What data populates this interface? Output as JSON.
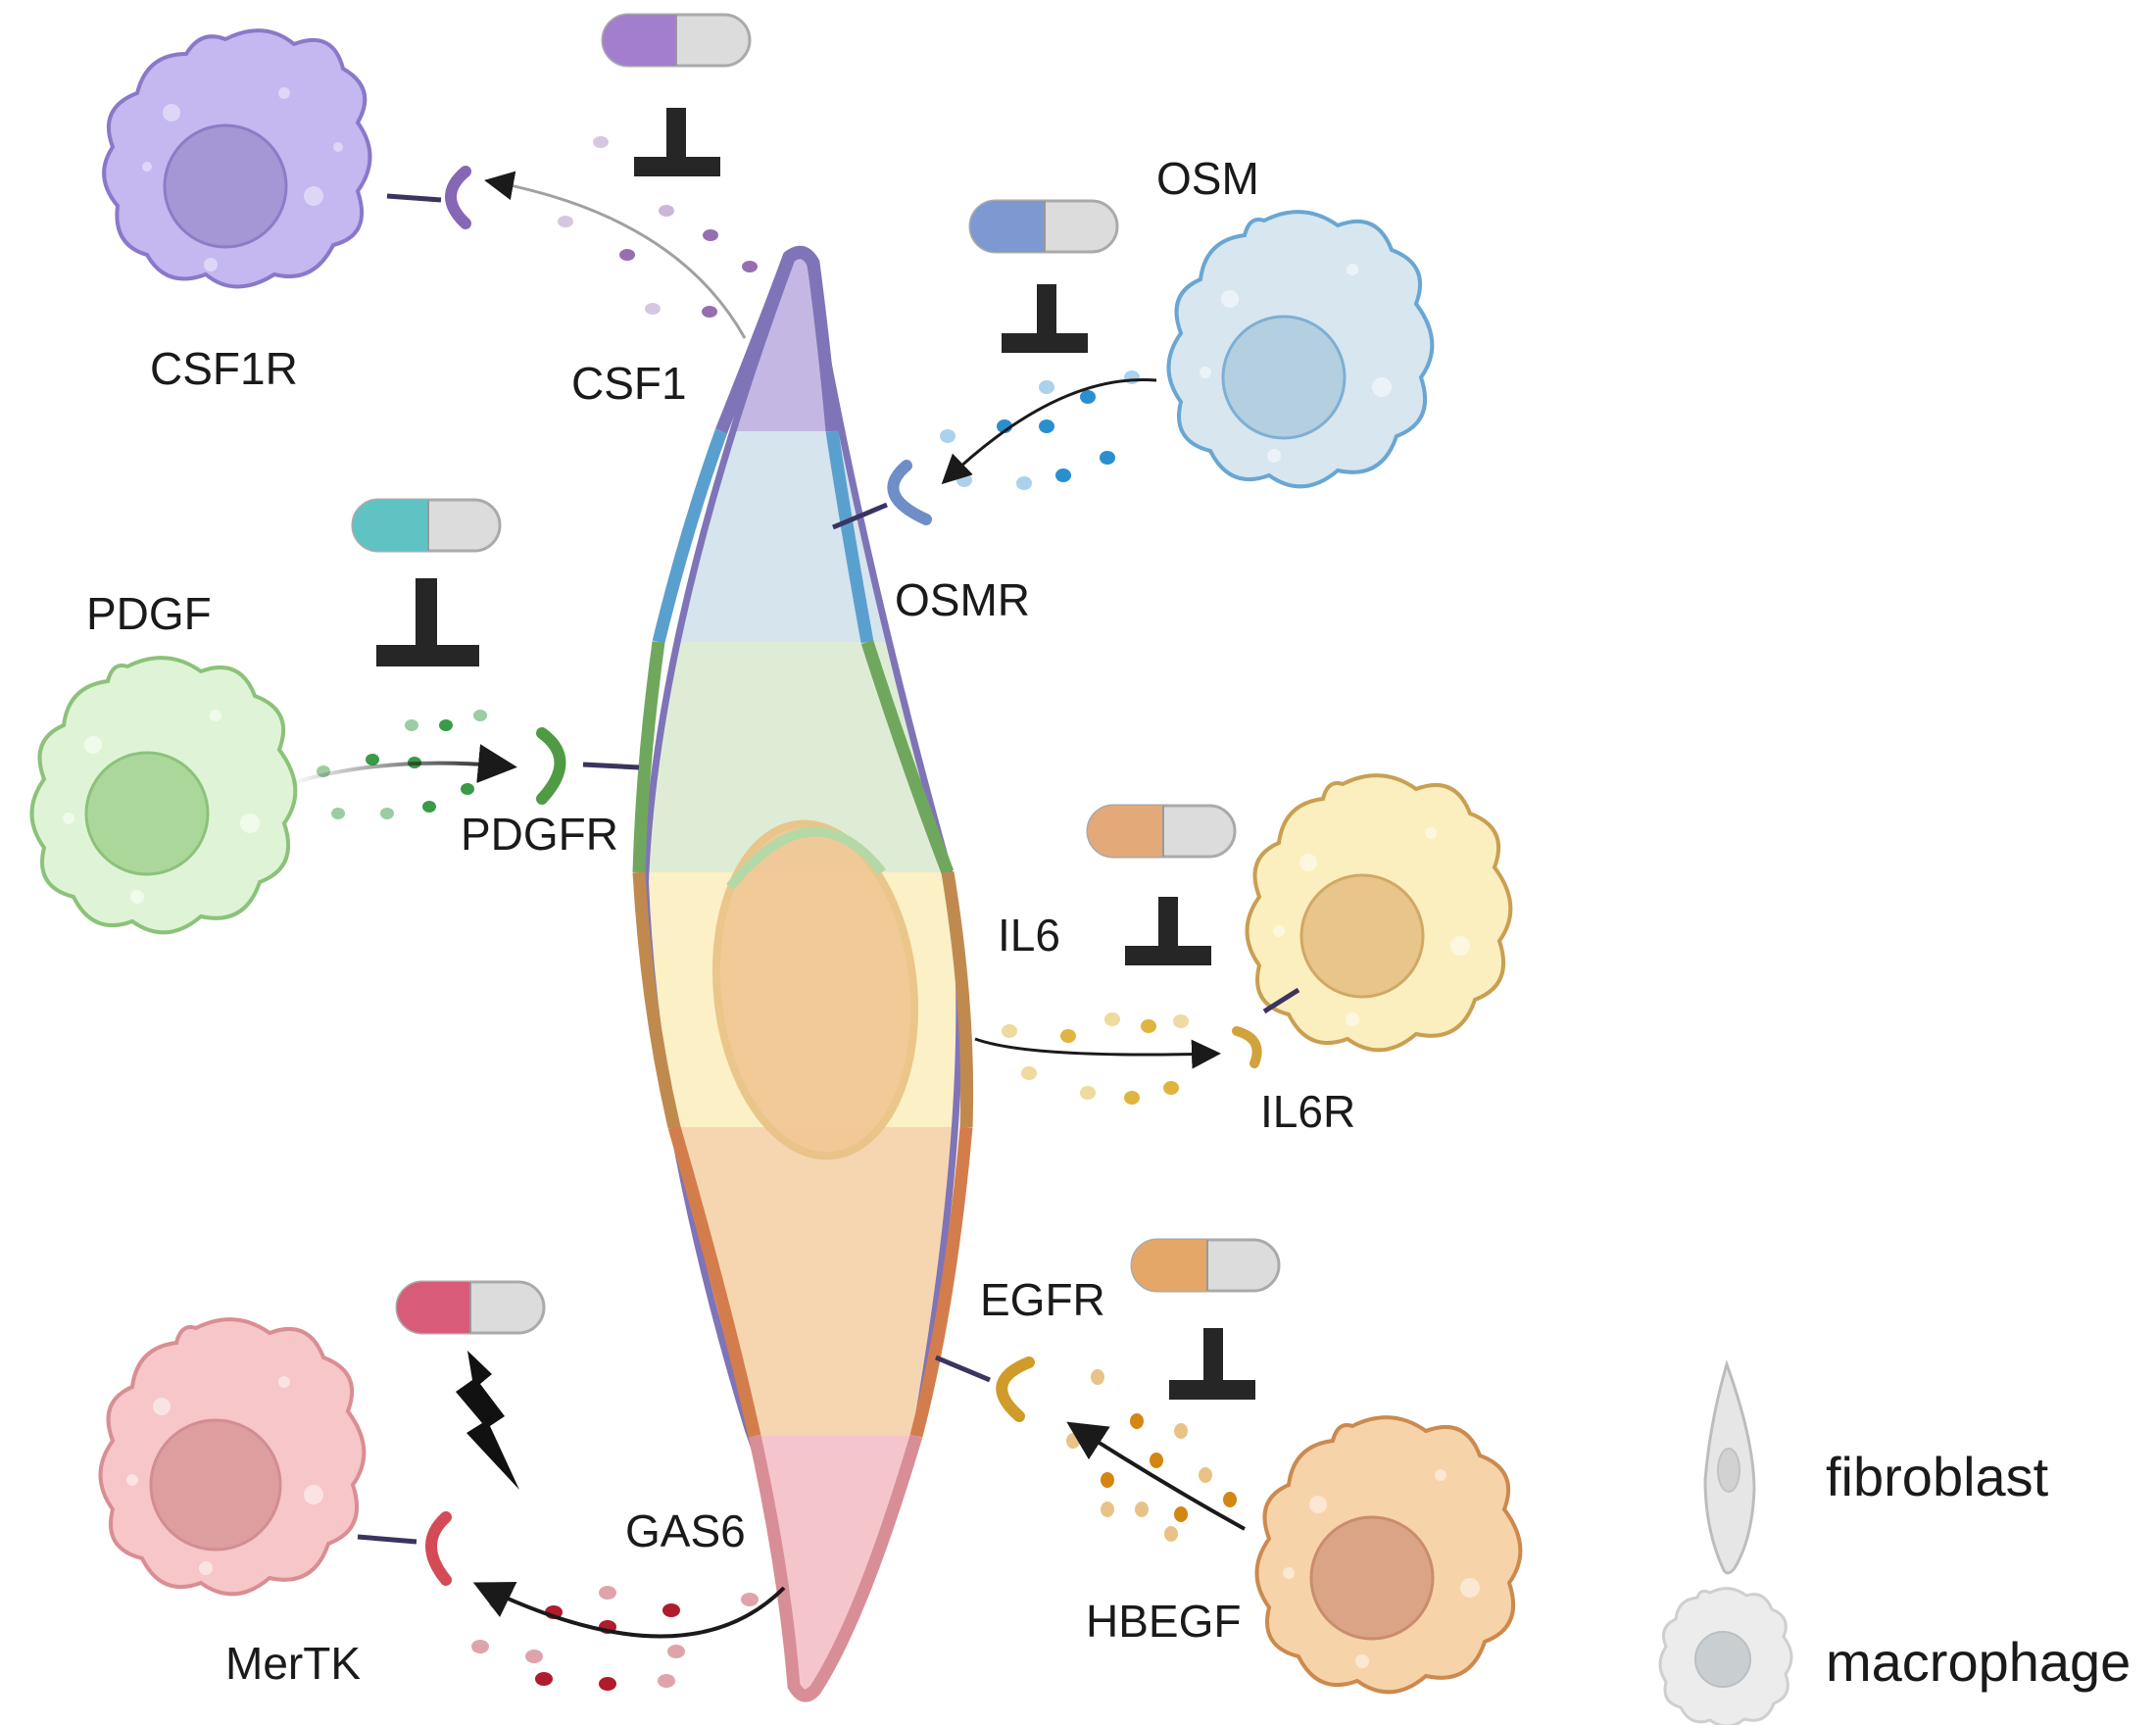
{
  "labels": {
    "csf1r": "CSF1R",
    "csf1": "CSF1",
    "osm": "OSM",
    "osmr": "OSMR",
    "pdgf": "PDGF",
    "pdgfr": "PDGFR",
    "il6": "IL6",
    "il6r": "IL6R",
    "egfr": "EGFR",
    "hbegf": "HBEGF",
    "gas6": "GAS6",
    "mertk": "MerTK"
  },
  "legend": {
    "fibroblast": "fibroblast",
    "macrophage": "macrophage"
  },
  "pairs": [
    {
      "ligand": "CSF1",
      "receptor": "CSF1R",
      "drug_effect": "inhibit",
      "color": "#a894dc"
    },
    {
      "ligand": "OSM",
      "receptor": "OSMR",
      "drug_effect": "inhibit",
      "color": "#7e9fd6"
    },
    {
      "ligand": "PDGF",
      "receptor": "PDGFR",
      "drug_effect": "inhibit",
      "color": "#63c4c4"
    },
    {
      "ligand": "IL6",
      "receptor": "IL6R",
      "drug_effect": "inhibit",
      "color": "#e4a979"
    },
    {
      "ligand": "HBEGF",
      "receptor": "EGFR",
      "drug_effect": "inhibit",
      "color": "#e5a768"
    },
    {
      "ligand": "GAS6",
      "receptor": "MerTK",
      "drug_effect": "activate",
      "color": "#d85c7a"
    }
  ],
  "icons": [
    "macrophage-icon",
    "fibroblast-icon",
    "capsule-icon",
    "inhibition-icon",
    "lightning-icon",
    "receptor-icon",
    "arrow-icon"
  ]
}
